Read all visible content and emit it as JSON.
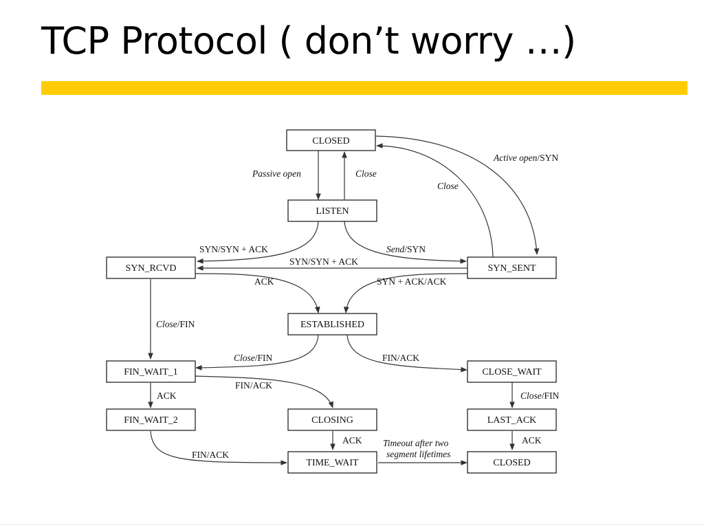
{
  "slide": {
    "title": "TCP Protocol ( don’t worry …)",
    "accent_color": "#FFCC00"
  },
  "diagram": {
    "states": {
      "closed_top": "CLOSED",
      "listen": "LISTEN",
      "syn_rcvd": "SYN_RCVD",
      "syn_sent": "SYN_SENT",
      "established": "ESTABLISHED",
      "fin_wait_1": "FIN_WAIT_1",
      "close_wait": "CLOSE_WAIT",
      "fin_wait_2": "FIN_WAIT_2",
      "closing": "CLOSING",
      "last_ack": "LAST_ACK",
      "time_wait": "TIME_WAIT",
      "closed_bottom": "CLOSED"
    },
    "labels": {
      "passive_open": "Passive open",
      "close_listen": "Close",
      "active_open_italic": "Active open",
      "active_open_rest": "/SYN",
      "close_synsent": "Close",
      "syn_synack_listen": "SYN/SYN + ACK",
      "send_italic": "Send",
      "send_rest": "/SYN",
      "syn_synack_cross": "SYN/SYN + ACK",
      "ack_rcvd": "ACK",
      "synack_ack": "SYN + ACK/ACK",
      "close_fin_rcvd_italic": "Close",
      "close_fin_rcvd_rest": "/FIN",
      "close_fin_est_italic": "Close",
      "close_fin_est_rest": "/FIN",
      "fin_ack_est": "FIN/ACK",
      "fin_ack_fw1": "FIN/ACK",
      "ack_fw1": "ACK",
      "close_fin_cw_italic": "Close",
      "close_fin_cw_rest": "/FIN",
      "ack_closing": "ACK",
      "ack_lastack": "ACK",
      "fin_ack_fw2": "FIN/ACK",
      "timeout_line1": "Timeout after two",
      "timeout_line2": "segment lifetimes"
    }
  }
}
